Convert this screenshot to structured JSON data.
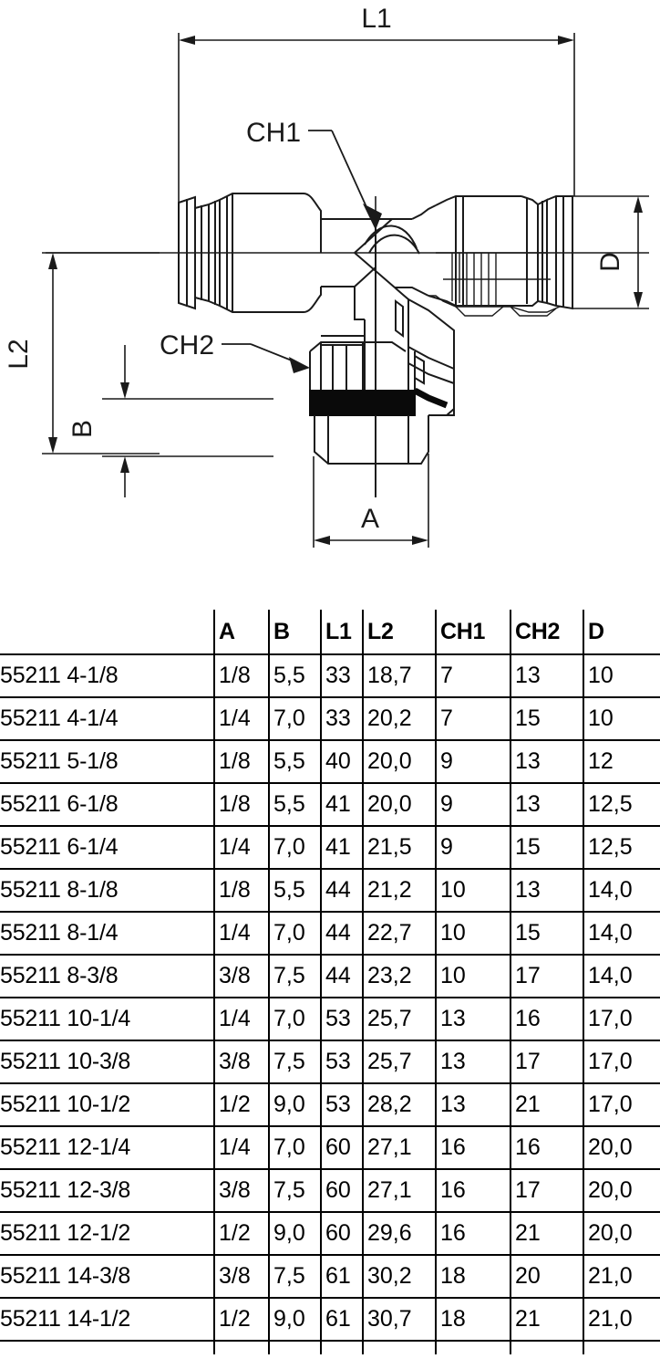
{
  "drawing": {
    "title": "T-branch push-in fitting dimensional drawing",
    "labels": {
      "l1": "L1",
      "l2": "L2",
      "a": "A",
      "b": "B",
      "d": "D",
      "ch1": "CH1",
      "ch2": "CH2"
    }
  },
  "table": {
    "columns": [
      "",
      "A",
      "B",
      "L1",
      "L2",
      "CH1",
      "CH2",
      "D"
    ],
    "rows": [
      {
        "code": "55211 4-1/8",
        "A": "1/8",
        "B": "5,5",
        "L1": "33",
        "L2": "18,7",
        "CH1": "7",
        "CH2": "13",
        "D": "10"
      },
      {
        "code": "55211 4-1/4",
        "A": "1/4",
        "B": "7,0",
        "L1": "33",
        "L2": "20,2",
        "CH1": "7",
        "CH2": "15",
        "D": "10"
      },
      {
        "code": "55211 5-1/8",
        "A": "1/8",
        "B": "5,5",
        "L1": "40",
        "L2": "20,0",
        "CH1": "9",
        "CH2": "13",
        "D": "12"
      },
      {
        "code": "55211 6-1/8",
        "A": "1/8",
        "B": "5,5",
        "L1": "41",
        "L2": "20,0",
        "CH1": "9",
        "CH2": "13",
        "D": "12,5"
      },
      {
        "code": "55211 6-1/4",
        "A": "1/4",
        "B": "7,0",
        "L1": "41",
        "L2": "21,5",
        "CH1": "9",
        "CH2": "15",
        "D": "12,5"
      },
      {
        "code": "55211 8-1/8",
        "A": "1/8",
        "B": "5,5",
        "L1": "44",
        "L2": "21,2",
        "CH1": "10",
        "CH2": "13",
        "D": "14,0"
      },
      {
        "code": "55211 8-1/4",
        "A": "1/4",
        "B": "7,0",
        "L1": "44",
        "L2": "22,7",
        "CH1": "10",
        "CH2": "15",
        "D": "14,0"
      },
      {
        "code": "55211 8-3/8",
        "A": "3/8",
        "B": "7,5",
        "L1": "44",
        "L2": "23,2",
        "CH1": "10",
        "CH2": "17",
        "D": "14,0"
      },
      {
        "code": "55211 10-1/4",
        "A": "1/4",
        "B": "7,0",
        "L1": "53",
        "L2": "25,7",
        "CH1": "13",
        "CH2": "16",
        "D": "17,0"
      },
      {
        "code": "55211 10-3/8",
        "A": "3/8",
        "B": "7,5",
        "L1": "53",
        "L2": "25,7",
        "CH1": "13",
        "CH2": "17",
        "D": "17,0"
      },
      {
        "code": "55211 10-1/2",
        "A": "1/2",
        "B": "9,0",
        "L1": "53",
        "L2": "28,2",
        "CH1": "13",
        "CH2": "21",
        "D": "17,0"
      },
      {
        "code": "55211 12-1/4",
        "A": "1/4",
        "B": "7,0",
        "L1": "60",
        "L2": "27,1",
        "CH1": "16",
        "CH2": "16",
        "D": "20,0"
      },
      {
        "code": "55211 12-3/8",
        "A": "3/8",
        "B": "7,5",
        "L1": "60",
        "L2": "27,1",
        "CH1": "16",
        "CH2": "17",
        "D": "20,0"
      },
      {
        "code": "55211 12-1/2",
        "A": "1/2",
        "B": "9,0",
        "L1": "60",
        "L2": "29,6",
        "CH1": "16",
        "CH2": "21",
        "D": "20,0"
      },
      {
        "code": "55211 14-3/8",
        "A": "3/8",
        "B": "7,5",
        "L1": "61",
        "L2": "30,2",
        "CH1": "18",
        "CH2": "20",
        "D": "21,0"
      },
      {
        "code": "55211 14-1/2",
        "A": "1/2",
        "B": "9,0",
        "L1": "61",
        "L2": "30,7",
        "CH1": "18",
        "CH2": "21",
        "D": "21,0"
      }
    ]
  }
}
